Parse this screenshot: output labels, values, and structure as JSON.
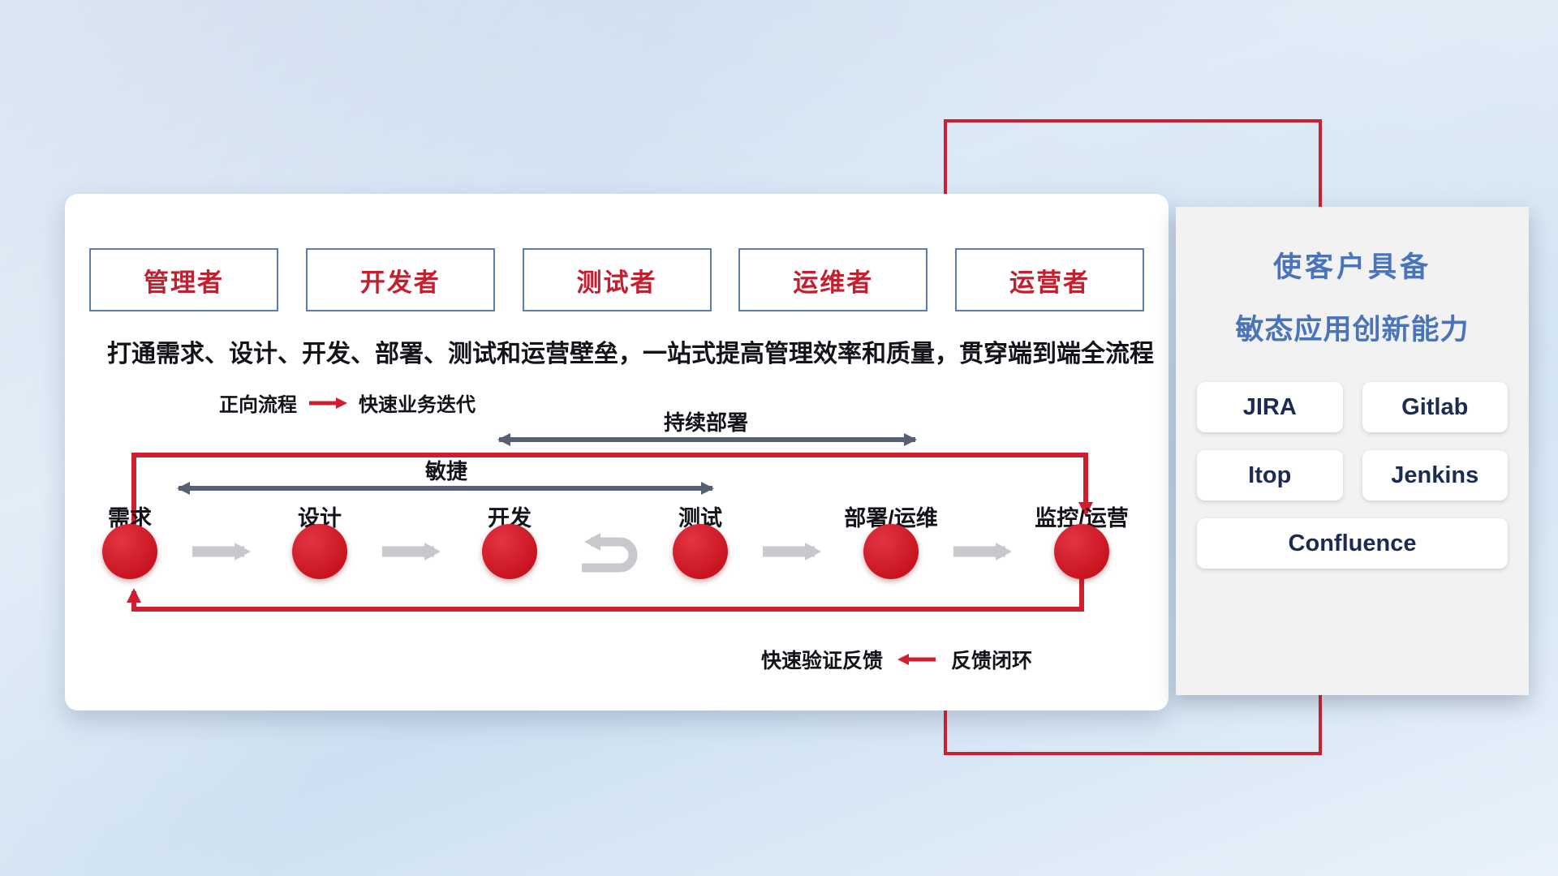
{
  "main_panel": {
    "roles": [
      "管理者",
      "开发者",
      "测试者",
      "运维者",
      "运营者"
    ],
    "description": "打通需求、设计、开发、部署、测试和运营壁垒，一站式提高管理效率和质量，贯穿端到端全流程",
    "legend_forward": {
      "label": "正向流程",
      "value": "快速业务迭代"
    },
    "legend_feedback": {
      "label": "快速验证反馈",
      "value": "反馈闭环"
    },
    "flow": {
      "stages": [
        "需求",
        "设计",
        "开发",
        "测试",
        "部署/运维",
        "监控/运营"
      ],
      "span_agile": "敏捷",
      "span_cd": "持续部署"
    }
  },
  "side_panel": {
    "title_line1": "使客户具备",
    "title_line2": "敏态应用创新能力",
    "tools": [
      "JIRA",
      "Gitlab",
      "Itop",
      "Jenkins",
      "Confluence"
    ]
  },
  "colors": {
    "accent_red": "#cf1f2f",
    "title_blue": "#4a74ba",
    "arrow_dark": "#566070",
    "arrow_gray": "#c7c9cc",
    "box_border_blue": "#5b7db1"
  }
}
